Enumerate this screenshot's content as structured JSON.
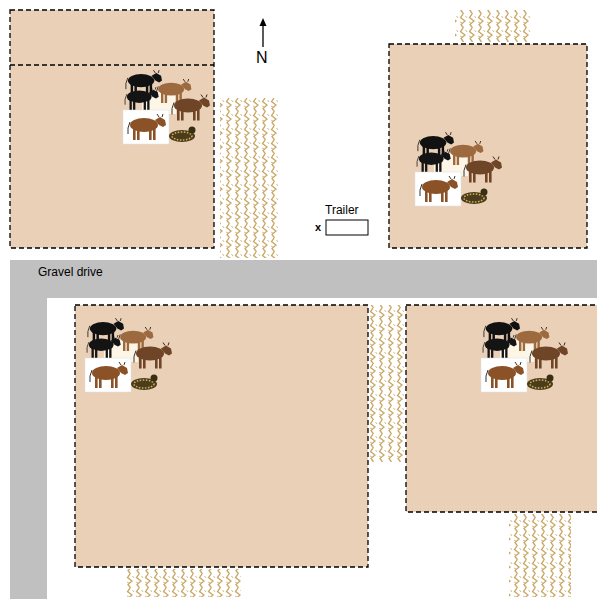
{
  "diagram": {
    "labels": [
      "N",
      "Trailer",
      "x",
      "Gravel drive"
    ]
  }
}
